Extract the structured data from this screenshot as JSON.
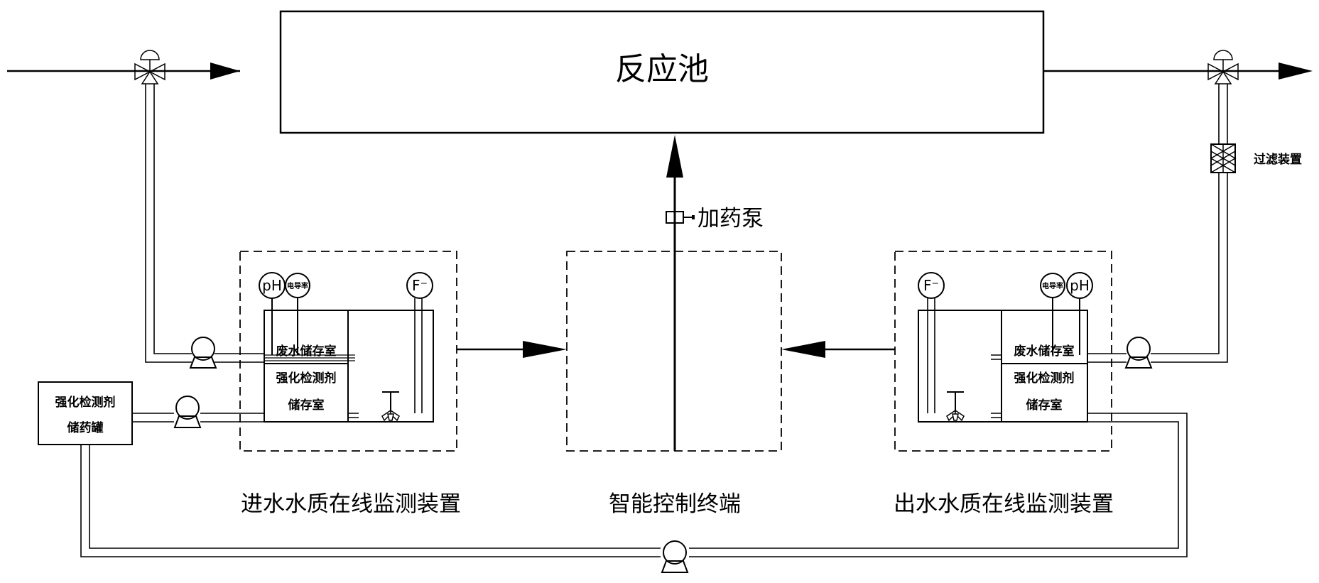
{
  "reactor": {
    "label": "反应池"
  },
  "dosing_pump": {
    "label": "加药泵"
  },
  "filter": {
    "label": "过滤装置"
  },
  "control_terminal": {
    "label": "智能控制终端"
  },
  "inlet_monitor": {
    "label": "进水水质在线监测装置",
    "chamber_top": "废水储存室",
    "chamber_bottom_line1": "强化检测剂",
    "chamber_bottom_line2": "储存室",
    "sensors": [
      "pH",
      "电导率",
      "F⁻"
    ]
  },
  "outlet_monitor": {
    "label": "出水水质在线监测装置",
    "chamber_top": "废水储存室",
    "chamber_bottom_line1": "强化检测剂",
    "chamber_bottom_line2": "储存室",
    "sensors": [
      "F⁻",
      "电导率",
      "pH"
    ]
  },
  "reagent_tank": {
    "line1": "强化检测剂",
    "line2": "储药罐"
  }
}
